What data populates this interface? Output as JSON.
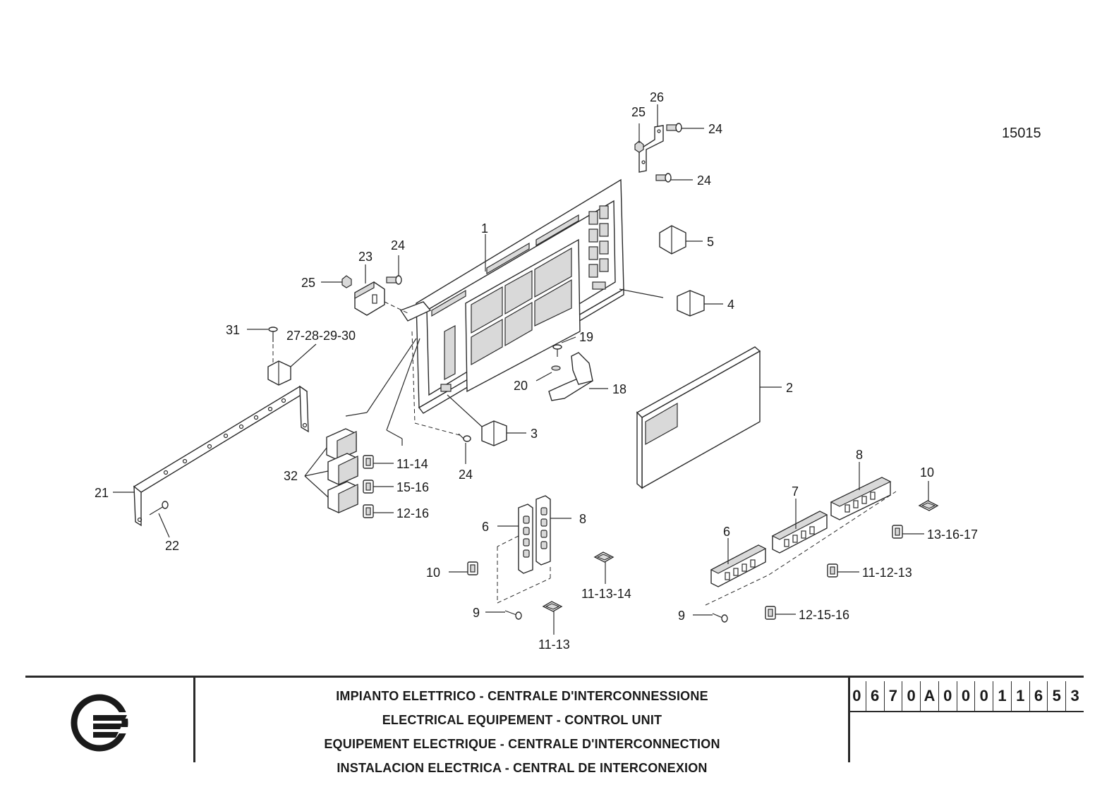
{
  "drawing_number": "15015",
  "title_block": {
    "titles": [
      "IMPIANTO ELETTRICO - CENTRALE D'INTERCONNESSIONE",
      "ELECTRICAL EQUIPEMENT - CONTROL UNIT",
      "EQUIPEMENT ELECTRIQUE - CENTRALE D'INTERCONNECTION",
      "INSTALACION ELECTRICA - CENTRAL DE INTERCONEXION"
    ],
    "code_chars": [
      "0",
      "6",
      "7",
      "0",
      "A",
      "0",
      "0",
      "0",
      "1",
      "1",
      "6",
      "5",
      "3"
    ]
  },
  "callouts": {
    "c1": "1",
    "c2": "2",
    "c3": "3",
    "c4": "4",
    "c5": "5",
    "c6a": "6",
    "c6b": "6",
    "c7": "7",
    "c8a": "8",
    "c8b": "8",
    "c9a": "9",
    "c9b": "9",
    "c10a": "10",
    "c10b": "10",
    "c11_13": "11-13",
    "c11_13_14": "11-13-14",
    "c11_14": "11-14",
    "c11_12_13": "11-12-13",
    "c12_15_16": "12-15-16",
    "c12_16": "12-16",
    "c13_16_17": "13-16-17",
    "c15_16": "15-16",
    "c18": "18",
    "c19": "19",
    "c20": "20",
    "c21": "21",
    "c22": "22",
    "c23": "23",
    "c24a": "24",
    "c24b": "24",
    "c24c": "24",
    "c24d": "24",
    "c25a": "25",
    "c25b": "25",
    "c26": "26",
    "c27_30": "27-28-29-30",
    "c31": "31",
    "c32": "32"
  }
}
